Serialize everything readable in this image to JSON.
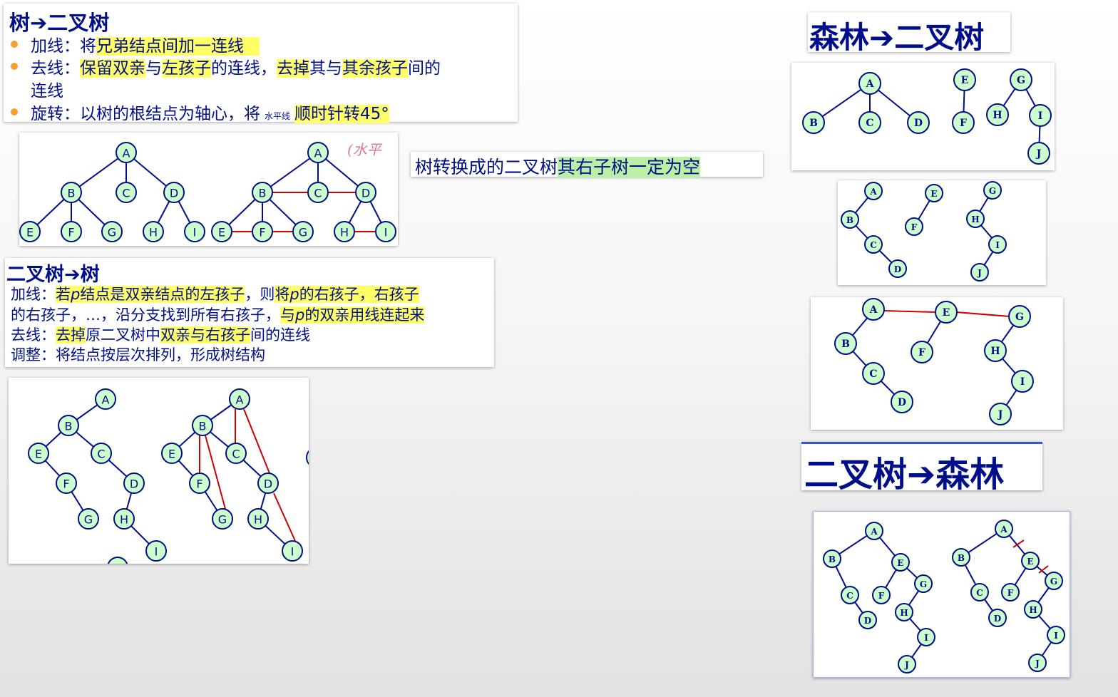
{
  "tree_to_bt": {
    "title": "树➔二叉树",
    "add": {
      "label": "加线：将",
      "hl": "兄弟结点间加一连线"
    },
    "remove": {
      "label": "去线：",
      "hl1": "保留双亲",
      "t1": "与",
      "hl2": "左孩子",
      "t2": "的连线，",
      "hl3": "去掉",
      "t3": "其与",
      "hl4": "其余孩子",
      "t4": "间的",
      "line2": "连线"
    },
    "rotate": {
      "label": "旋转：以树的根结点为轴心，将",
      "small": "水平线",
      "hl": "顺时针转45°"
    },
    "handwriting": "(水平"
  },
  "note": {
    "plain": "树转换成的二叉树",
    "hl": "其右子树一定为空"
  },
  "bt_to_tree": {
    "title": "二叉树➔树",
    "line1": {
      "a": "加线：",
      "hl1": "若",
      "p1": "p",
      "hl2": "结点是双亲结点的左孩子",
      "b": "，则",
      "hl3": "将",
      "p2": "p",
      "hl4": "的右孩子，右孩子"
    },
    "line2": {
      "a": "的右孩子，…，沿分支找到所有右孩子，",
      "hl1": "与",
      "p": "p",
      "hl2": "的双亲用线连起来"
    },
    "line3": {
      "a": "去线：",
      "hl1": "去掉",
      "b": "原二叉树中",
      "hl2": "双亲与右孩子",
      "c": "间的连线"
    },
    "line4": "调整：将结点按层次排列，形成树结构"
  },
  "forest_to_bt": {
    "title": "森林➔二叉树"
  },
  "bt_to_forest": {
    "title": "二叉树➔森林"
  },
  "node_labels": [
    "A",
    "B",
    "C",
    "D",
    "E",
    "F",
    "G",
    "H",
    "I",
    "J"
  ],
  "colors": {
    "navy": "#000e8a",
    "node_fill": "#ccffcc",
    "highlight": "#ffff66",
    "green_highlight": "#b9f0a6",
    "red_edge": "#cc0000",
    "bullet": "#f4a02c"
  }
}
